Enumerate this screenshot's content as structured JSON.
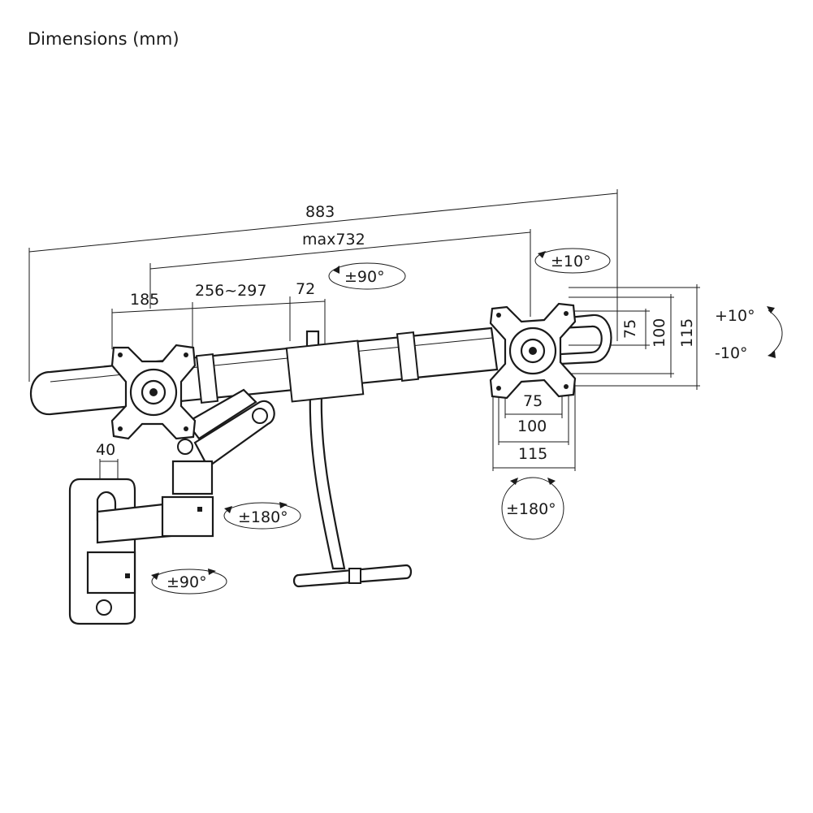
{
  "title": "Dimensions (mm)",
  "dimensions": {
    "overall_width": "883",
    "arm_span": "max732",
    "vesa_offset": "185",
    "arm_length_range": "256~297",
    "pole_offset": "72",
    "wall_plate_width": "40",
    "vesa_h_75": "75",
    "vesa_h_100": "100",
    "vesa_h_115": "115",
    "vesa_v_75": "75",
    "vesa_v_100": "100",
    "vesa_v_115": "115"
  },
  "rotations": {
    "swivel_top": "±90°",
    "pan_right": "±10°",
    "tilt_up": "+10°",
    "tilt_down": "-10°",
    "swivel_arm": "±180°",
    "rotate_monitor": "±180°",
    "swivel_wall": "±90°"
  },
  "colors": {
    "line": "#1a1a1a",
    "background": "#ffffff"
  }
}
